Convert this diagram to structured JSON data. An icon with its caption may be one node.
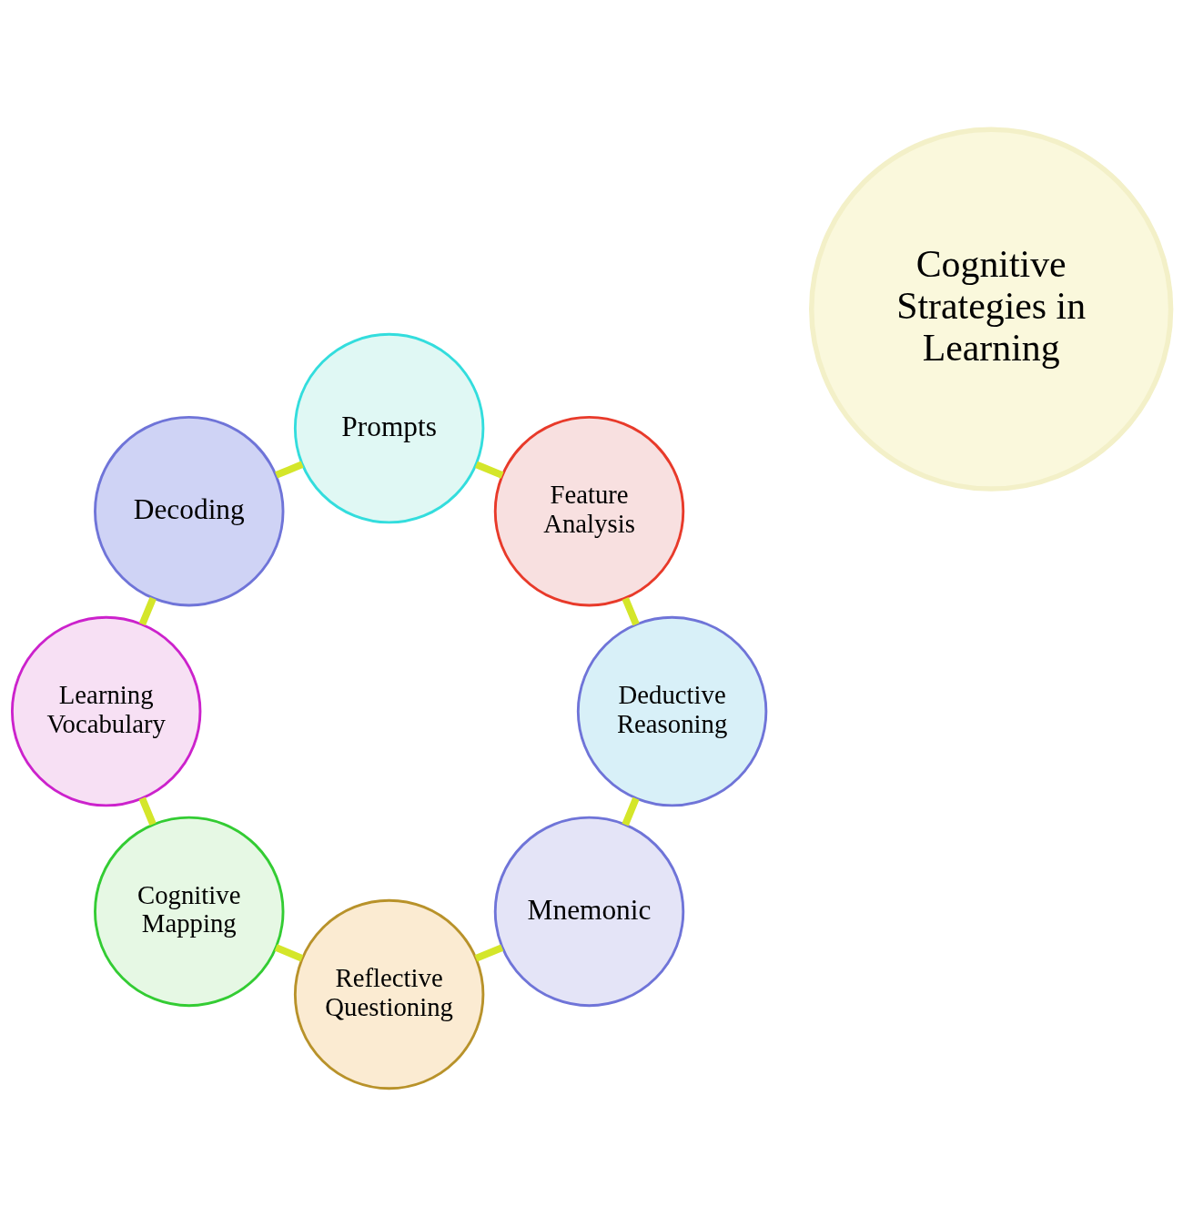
{
  "diagram": {
    "nodes": [
      {
        "text": [
          "Cognitive Strategies in Learning"
        ]
      },
      {
        "text": [
          "Mnemonic"
        ]
      },
      {
        "text": [
          "Reflective Questioning"
        ]
      },
      {
        "text": [
          "Cognitive Mapping"
        ]
      },
      {
        "text": [
          "Learning Vocabulary"
        ]
      },
      {
        "text": [
          "Decoding"
        ]
      },
      {
        "text": [
          "Prompts"
        ]
      },
      {
        "text": [
          "Feature Analysis"
        ]
      },
      {
        "text": [
          "Deductive Reasoning"
        ]
      }
    ],
    "edges": [
      {
        "from": 1,
        "to": 2,
        "arrow": "none"
      },
      {
        "from": 2,
        "to": 3,
        "arrow": "none"
      },
      {
        "from": 3,
        "to": 4,
        "arrow": "none"
      },
      {
        "from": 4,
        "to": 5,
        "arrow": "none"
      },
      {
        "from": 5,
        "to": 6,
        "arrow": "none"
      },
      {
        "from": 6,
        "to": 7,
        "arrow": "none"
      },
      {
        "from": 7,
        "to": 8,
        "arrow": "none"
      },
      {
        "from": 8,
        "to": 1,
        "arrow": "none"
      }
    ]
  }
}
